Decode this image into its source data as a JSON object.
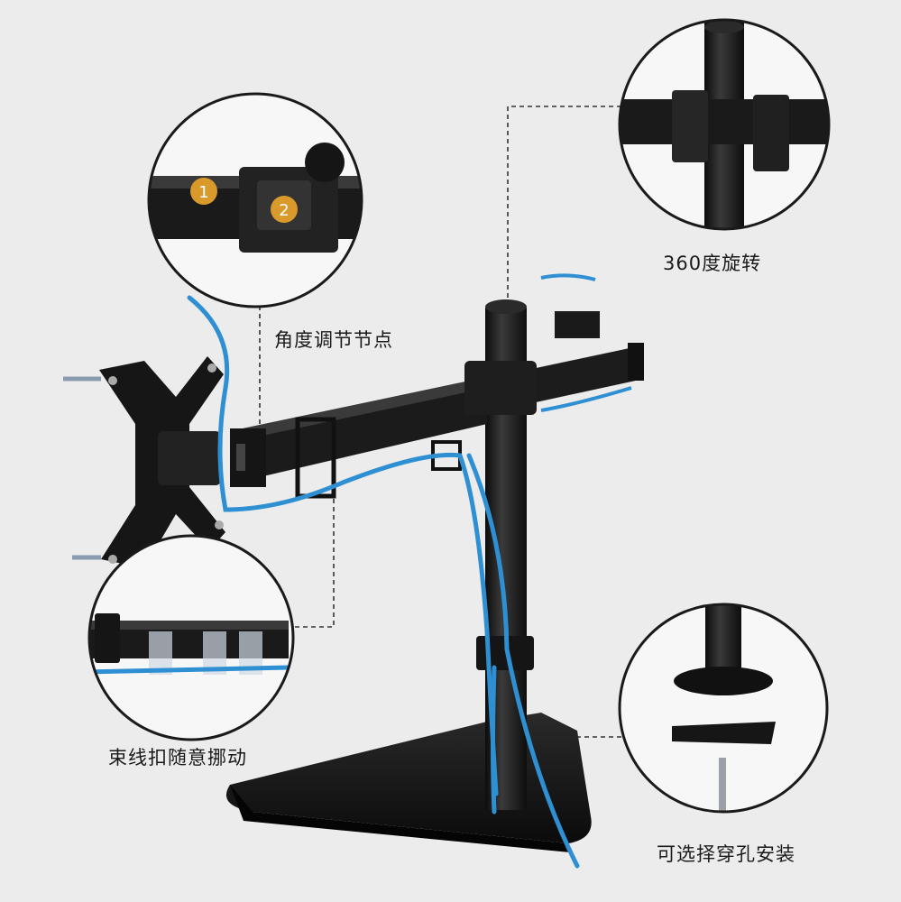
{
  "callouts": {
    "adjust_joint": "角度调节节点",
    "rotation": "360度旋转",
    "cable_clip": "束线扣随意挪动",
    "grommet_install": "可选择穿孔安装"
  },
  "markers": {
    "one": "1",
    "two": "2"
  },
  "colors": {
    "background": "#ececec",
    "metal": "#1b1b1b",
    "cable": "#2f8fd3",
    "accent_knob": "#d99a2b"
  }
}
